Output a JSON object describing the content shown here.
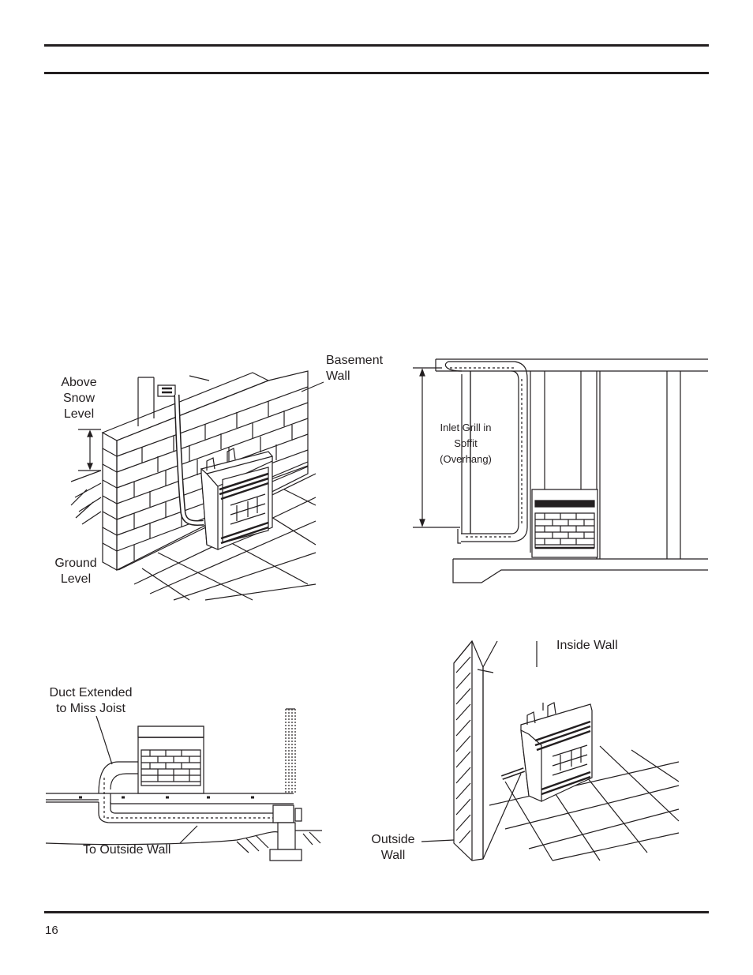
{
  "page": {
    "number": "16"
  },
  "figures": {
    "basement": {
      "above_snow_level": [
        "Above",
        "Snow",
        "Level"
      ],
      "basement_wall": [
        "Basement",
        "Wall"
      ],
      "ground_level": [
        "Ground",
        "Level"
      ]
    },
    "soffit": {
      "inlet_grill": [
        "Inlet Grill in",
        "Soffit",
        "(Overhang)"
      ]
    },
    "joist": {
      "duct_extended": [
        "Duct Extended",
        "to Miss Joist"
      ],
      "to_outside_wall": "To Outside Wall"
    },
    "inside_wall": {
      "inside_wall": "Inside Wall",
      "outside_wall": [
        "Outside",
        "Wall"
      ]
    }
  }
}
